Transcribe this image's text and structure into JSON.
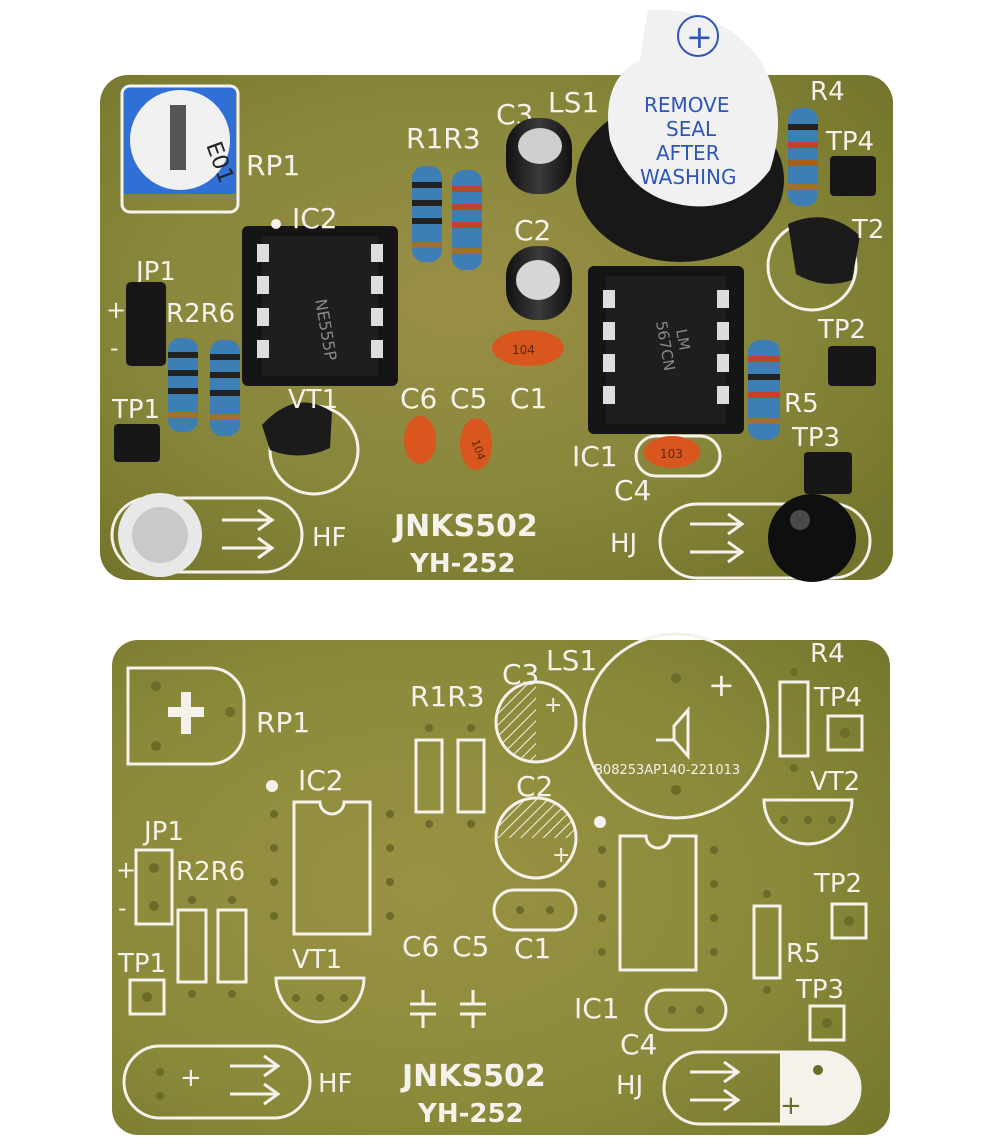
{
  "colors": {
    "pcb": "#8a8a3a",
    "pcb_dark": "#6f6f2a",
    "silkscreen": "#f4f2ea",
    "ic_body": "#1e1e1e",
    "resistor": "#3d7fb5",
    "ceramic_cap": "#d9571e",
    "pot": "#2f6fd6"
  },
  "front": {
    "buzzer_sticker": [
      "REMOVE",
      "SEAL",
      "AFTER",
      "WASHING"
    ],
    "buzzer_plus": "+",
    "potentiometer_marking": "E01",
    "labels": {
      "rp1": "RP1",
      "ic2": "IC2",
      "jp1": "JP1",
      "r2r6": "R2R6",
      "tp1": "TP1",
      "vt1": "VT1",
      "r1r3": "R1R3",
      "c3": "C3",
      "ls1": "LS1",
      "c2": "C2",
      "c6": "C6",
      "c5": "C5",
      "c1": "C1",
      "ic1": "IC1",
      "c4": "C4",
      "r4": "R4",
      "tp4": "TP4",
      "vt2": "T2",
      "tp2": "TP2",
      "r5": "R5",
      "tp3": "TP3",
      "hf": "HF",
      "hj": "HJ",
      "title": "JNKS502",
      "subtitle": "YH-252"
    },
    "ic2_marking": [
      "NE555P"
    ],
    "ic1_marking": [
      "LM",
      "567CN"
    ],
    "ceramic_c1": "104",
    "ceramic_c4": "103",
    "ceramic_c5": "104",
    "plus_sign": "+",
    "minus_sign": "-"
  },
  "back": {
    "labels": {
      "rp1": "RP1",
      "ic2": "IC2",
      "jp1": "JP1",
      "r2r6": "R2R6",
      "tp1": "TP1",
      "vt1": "VT1",
      "r1r3": "R1R3",
      "c3": "C3",
      "ls1": "LS1",
      "c2": "C2",
      "c6": "C6",
      "c5": "C5",
      "c1": "C1",
      "ic1": "IC1",
      "c4": "C4",
      "r4": "R4",
      "tp4": "TP4",
      "vt2": "VT2",
      "tp2": "TP2",
      "r5": "R5",
      "tp3": "TP3",
      "hf": "HF",
      "hj": "HJ",
      "title": "JNKS502",
      "subtitle": "YH-252"
    },
    "buzzer_code": "B08253AP140-221013",
    "plus_sign": "+",
    "minus_sign": "-"
  }
}
